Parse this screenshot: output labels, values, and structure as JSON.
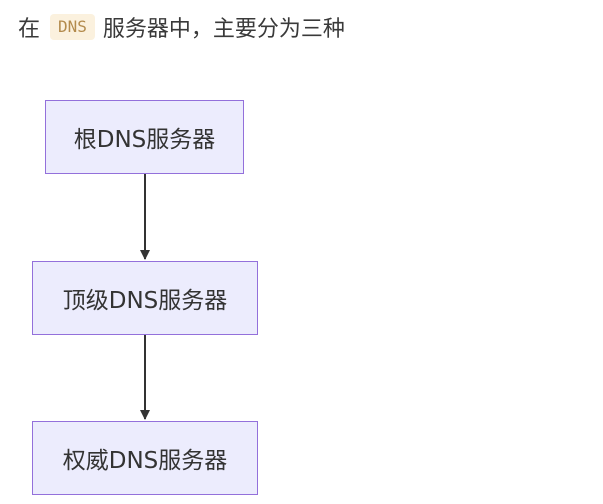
{
  "intro": {
    "before": "在",
    "code": "DNS",
    "after": "服务器中，主要分为三种"
  },
  "diagram": {
    "nodes": [
      {
        "id": "root",
        "label": "根DNS服务器"
      },
      {
        "id": "tld",
        "label": "顶级DNS服务器"
      },
      {
        "id": "auth",
        "label": "权威DNS服务器"
      }
    ],
    "edges": [
      {
        "from": "root",
        "to": "tld"
      },
      {
        "from": "tld",
        "to": "auth"
      }
    ]
  },
  "colors": {
    "node_fill": "#ececfd",
    "node_border": "#9370db",
    "edge": "#333333",
    "code_bg": "#fbf1de",
    "code_text": "#b38b4d"
  }
}
